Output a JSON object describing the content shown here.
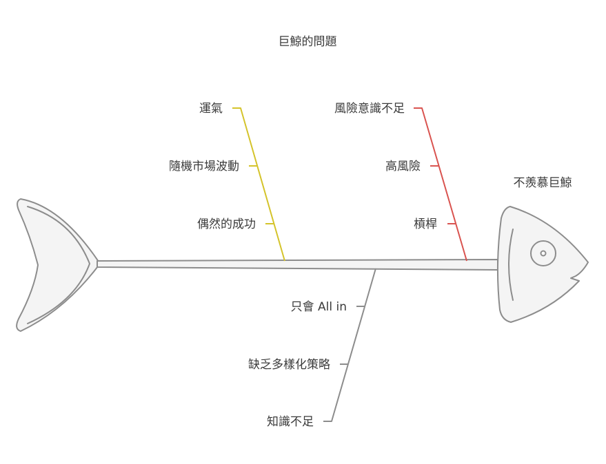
{
  "title": "巨鯨的問題",
  "head_label": "不羨慕巨鯨",
  "colors": {
    "yellow": "#d4c32a",
    "red": "#d9534f",
    "gray": "#8c8c8c",
    "text": "#3a3a3a"
  },
  "branches": [
    {
      "id": "luck",
      "color": "#d4c32a",
      "causes": [
        "運氣",
        "隨機市場波動",
        "偶然的成功"
      ]
    },
    {
      "id": "risk",
      "color": "#d9534f",
      "causes": [
        "風險意識不足",
        "高風險",
        "槓桿"
      ]
    },
    {
      "id": "knowledge",
      "color": "#8c8c8c",
      "causes": [
        "只會 All in",
        "缺乏多樣化策略",
        "知識不足"
      ]
    }
  ]
}
